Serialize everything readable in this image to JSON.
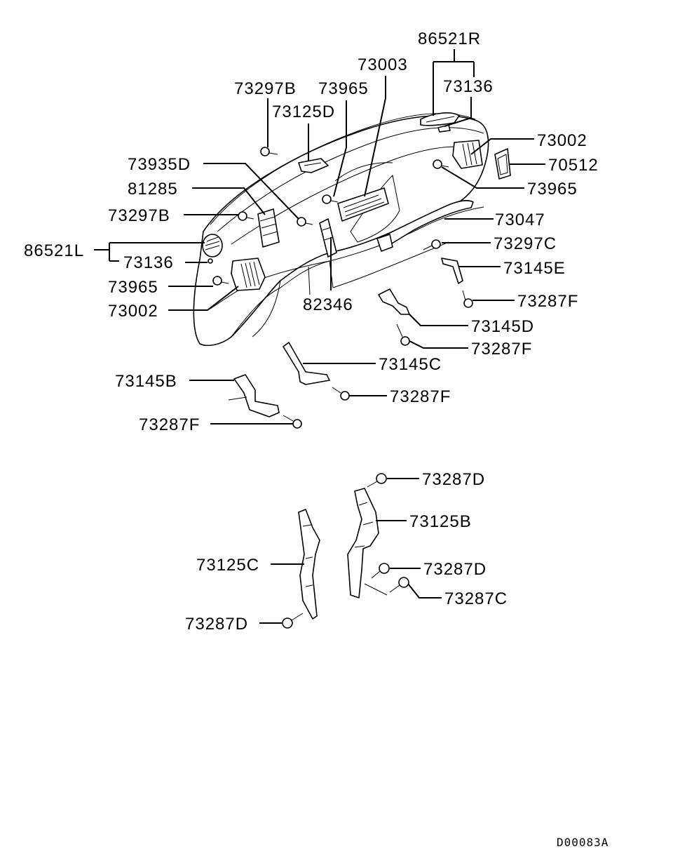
{
  "diagram": {
    "drawing_code": "D00083A",
    "labels": {
      "l_86521R": "86521R",
      "l_73003": "73003",
      "l_73136_top": "73136",
      "l_73297B_top": "73297B",
      "l_73965_top": "73965",
      "l_73125D": "73125D",
      "l_73935D": "73935D",
      "l_81285": "81285",
      "l_73297B_mid": "73297B",
      "l_86521L": "86521L",
      "l_73136_left": "73136",
      "l_73965_left": "73965",
      "l_73002_left": "73002",
      "l_82346": "82346",
      "l_73002_right": "73002",
      "l_70512": "70512",
      "l_73965_right": "73965",
      "l_73047": "73047",
      "l_73297C_top": "73297C",
      "l_73145E": "73145E",
      "l_73287F_1": "73287F",
      "l_73145D": "73145D",
      "l_73287F_2": "73287F",
      "l_73145C": "73145C",
      "l_73145B": "73145B",
      "l_73287F_3": "73287F",
      "l_73287F_4": "73287F",
      "l_73287D_1": "73287D",
      "l_73125B": "73125B",
      "l_73125C": "73125C",
      "l_73287D_2": "73287D",
      "l_73287C_bot": "73287C",
      "l_73287D_3": "73287D"
    }
  }
}
